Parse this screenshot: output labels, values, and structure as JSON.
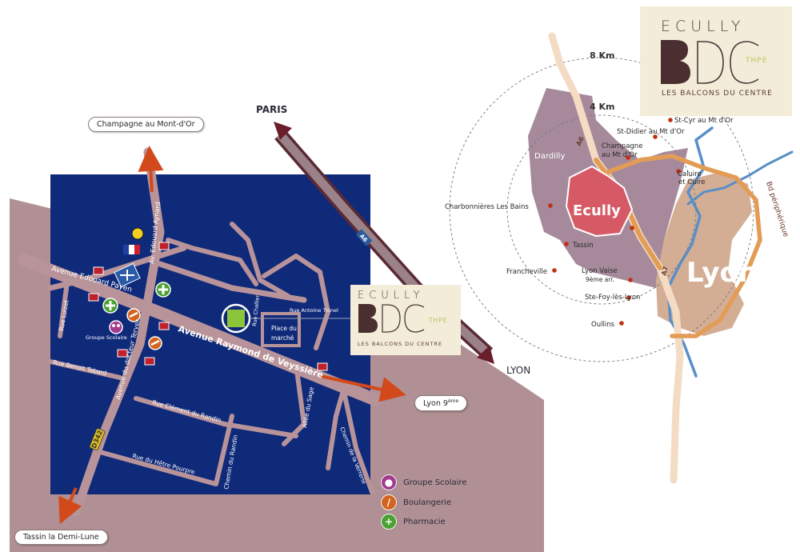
{
  "colors": {
    "map_block": "#102a7a",
    "road": "#b8949a",
    "road_edge": "#8a6a72",
    "land_diag": "#b09094",
    "arrow": "#d24a1c",
    "lyon_area": "#d4ae94",
    "ouest_area": "#a68a9c",
    "ecully_area": "#d65a66",
    "ring_road": "#e39c56",
    "river": "#5a8ec8",
    "city_dot": "#c03010",
    "logo_bg": "#f3ecd8",
    "thpe": "#b8c060"
  },
  "logo": {
    "word": "ECULLY",
    "thpe": "THPE",
    "subtitle": "LES BALCONS DU CENTRE"
  },
  "local_map": {
    "destinations": {
      "champagne": "Champagne au Mont-d'Or",
      "paris": "PARIS",
      "lyon": "LYON",
      "lyon9": "Lyon 9",
      "lyon9_sup": "ème",
      "tassin": "Tassin la Demi-Lune"
    },
    "streets": {
      "av_edouard_aynard": "Av. Edouard Aynard",
      "avenue_edouard_payen": "Avenue Edouard Payen",
      "avenue_raymond": "Avenue Raymond de Veyssière",
      "avenue_docteur": "Avenue du docteur Terver",
      "rue_luizet": "Rue Luizet",
      "rue_benoit_tabard": "Rue Benoit Tabard",
      "rue_clement": "Rue Clément du Randin",
      "rue_hetre": "Rue du Hêtre Pourpre",
      "chemin_randin": "Chemin du Randin",
      "allee_sage": "Allée du Sage",
      "chemin_verrerie": "Chemin de la Verrerie",
      "rue_challier": "Rue Challier",
      "rue_antoine": "Rue Antoine Tronel",
      "place_marche_1": "Place du",
      "place_marche_2": "marché",
      "d342": "D342",
      "a6": "A6",
      "groupe_scolaire": "Groupe Scolaire"
    },
    "legend": [
      {
        "label": "Groupe Scolaire",
        "icon": "school-icon",
        "color": "#a23a8e"
      },
      {
        "label": "Boulangerie",
        "icon": "bread-icon",
        "color": "#d4631e"
      },
      {
        "label": "Pharmacie",
        "icon": "pharmacy-cross-icon",
        "color": "#4aa232"
      }
    ]
  },
  "regional_map": {
    "rings": [
      "8 Km",
      "4 Km"
    ],
    "ecully": "Ecully",
    "lyon": "Lyon",
    "bd_periph": "Bd périphérique",
    "roads": {
      "a6": "A6",
      "a7": "A7"
    },
    "towns": [
      {
        "name": "St-Cyr au Mt d'Or"
      },
      {
        "name": "St-Didier au Mt d'Or"
      },
      {
        "name": "Champagne",
        "name2": "au Mt d'Or"
      },
      {
        "name": "Dardilly"
      },
      {
        "name": "Caluire",
        "name2": "et Cuire"
      },
      {
        "name": "Charbonnières Les Bains"
      },
      {
        "name": "Tassin"
      },
      {
        "name": "Francheville"
      },
      {
        "name": "Lyon Vaise",
        "name2": "9ème arr."
      },
      {
        "name": "Ste-Foy-lès-Lyon"
      },
      {
        "name": "Oullins"
      }
    ]
  }
}
